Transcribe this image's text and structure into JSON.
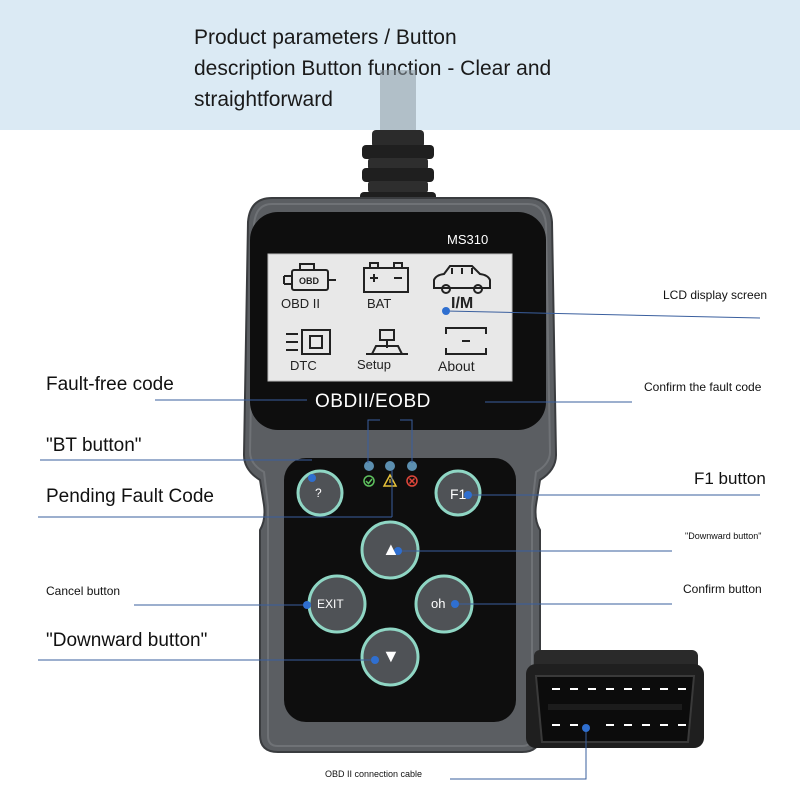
{
  "banner": {
    "line1": "Product parameters / Button",
    "line2": "description Button function - Clear and",
    "line3": " straightforward"
  },
  "device": {
    "model": "MS310",
    "brand": "OBDII/EOBD",
    "screen_items": [
      {
        "label": "OBD II",
        "icon": "engine-icon"
      },
      {
        "label": "BAT",
        "icon": "battery-icon"
      },
      {
        "label": "I/M",
        "icon": "car-icon"
      },
      {
        "label": "DTC",
        "icon": "dtc-icon"
      },
      {
        "label": "Setup",
        "icon": "setup-icon"
      },
      {
        "label": "About",
        "icon": "about-icon"
      }
    ],
    "buttons": {
      "help": "?",
      "f1": "F1",
      "up": "▲",
      "exit": "EXIT",
      "ok": "oh",
      "down": "▼"
    }
  },
  "callouts": {
    "lcd": "LCD display screen",
    "fault_free": "Fault-free code",
    "confirm_fault": "Confirm the fault code",
    "bt_button": "\"BT button\"",
    "f1_button": "F1 button",
    "pending": "Pending Fault Code",
    "downward_small": "\"Downward button\"",
    "cancel": "Cancel button",
    "confirm_button": "Confirm button",
    "downward_big": "\"Downward button\"",
    "cable": "OBD II connection cable"
  },
  "colors": {
    "banner_bg": "#dbeaf4",
    "leader_line": "#3a5f9e",
    "dot": "#2f6fd0",
    "button_ring": "#8fd6c4"
  }
}
